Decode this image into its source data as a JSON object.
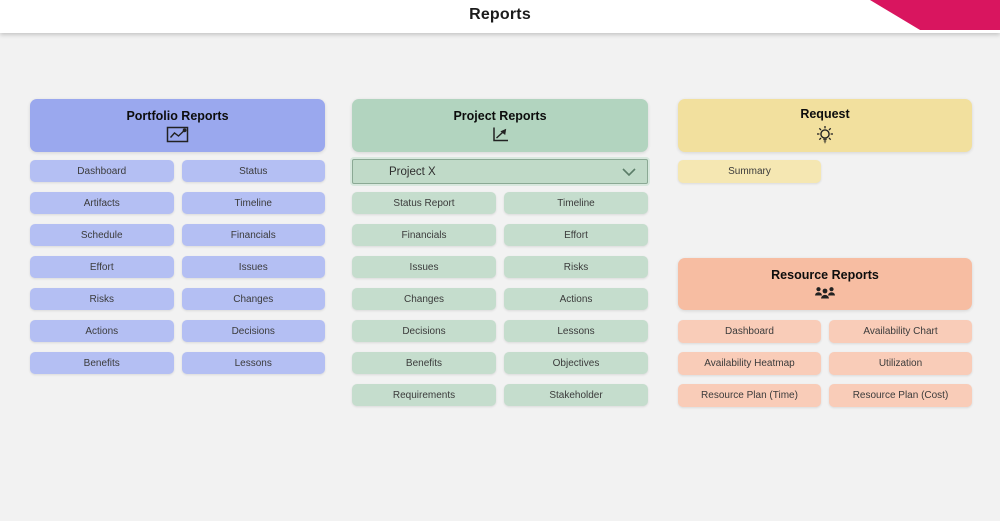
{
  "header": {
    "title": "Reports",
    "bg": "#ffffff",
    "ribbon_color": "#d9155f"
  },
  "page": {
    "bg": "#f2f2f2"
  },
  "sections": {
    "portfolio": {
      "title": "Portfolio Reports",
      "icon": "line-chart-icon",
      "header_bg": "#9aa8ee",
      "button_bg": "#b4bff3",
      "buttons": [
        "Dashboard",
        "Status",
        "Artifacts",
        "Timeline",
        "Schedule",
        "Financials",
        "Effort",
        "Issues",
        "Risks",
        "Changes",
        "Actions",
        "Decisions",
        "Benefits",
        "Lessons"
      ]
    },
    "project": {
      "title": "Project Reports",
      "icon": "trend-arrow-chart-icon",
      "header_bg": "#b2d4bf",
      "button_bg": "#c5ddcd",
      "dropdown": {
        "value": "Project X",
        "icon": "chevron-down-icon"
      },
      "buttons": [
        "Status Report",
        "Timeline",
        "Financials",
        "Effort",
        "Issues",
        "Risks",
        "Changes",
        "Actions",
        "Decisions",
        "Lessons",
        "Benefits",
        "Objectives",
        "Requirements",
        "Stakeholder"
      ]
    },
    "request": {
      "title": "Request",
      "icon": "lightbulb-icon",
      "header_bg": "#f2e09e",
      "button_bg": "#f5e7b2",
      "buttons": [
        "Summary"
      ]
    },
    "resource": {
      "title": "Resource Reports",
      "icon": "people-group-icon",
      "header_bg": "#f7bda2",
      "button_bg": "#f9ccb8",
      "buttons": [
        "Dashboard",
        "Availability Chart",
        "Availability Heatmap",
        "Utilization",
        "Resource Plan (Time)",
        "Resource Plan (Cost)"
      ]
    }
  }
}
